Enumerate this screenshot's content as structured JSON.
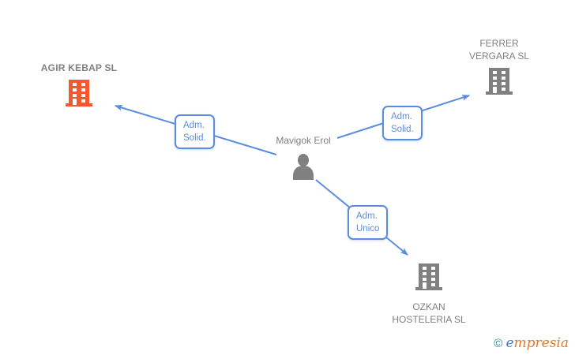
{
  "diagram": {
    "nodes": {
      "agir_kebap": {
        "name": "AGIR KEBAP SL",
        "type": "company",
        "highlighted": true
      },
      "mavigok_erol": {
        "name": "Mavigok Erol",
        "type": "person"
      },
      "ferrer_vergara": {
        "name_line1": "FERRER",
        "name_line2": "VERGARA SL",
        "type": "company"
      },
      "ozkan_hosteleria": {
        "name_line1": "OZKAN",
        "name_line2": "HOSTELERIA SL",
        "type": "company"
      }
    },
    "edges": {
      "to_agir": {
        "line1": "Adm.",
        "line2": "Solid."
      },
      "to_ferrer": {
        "line1": "Adm.",
        "line2": "Solid."
      },
      "to_ozkan": {
        "line1": "Adm.",
        "line2": "Unico"
      }
    },
    "colors": {
      "highlighted_company": "#f4582c",
      "default_node_gray": "#808080",
      "edge_blue": "#5b8dde",
      "watermark_teal": "#2e7d95",
      "watermark_blue": "#3a7bd5",
      "watermark_orange": "#e87722"
    },
    "watermark": {
      "copyright": "©",
      "brand_first_letter": "e",
      "brand_rest": "mpresia"
    }
  }
}
